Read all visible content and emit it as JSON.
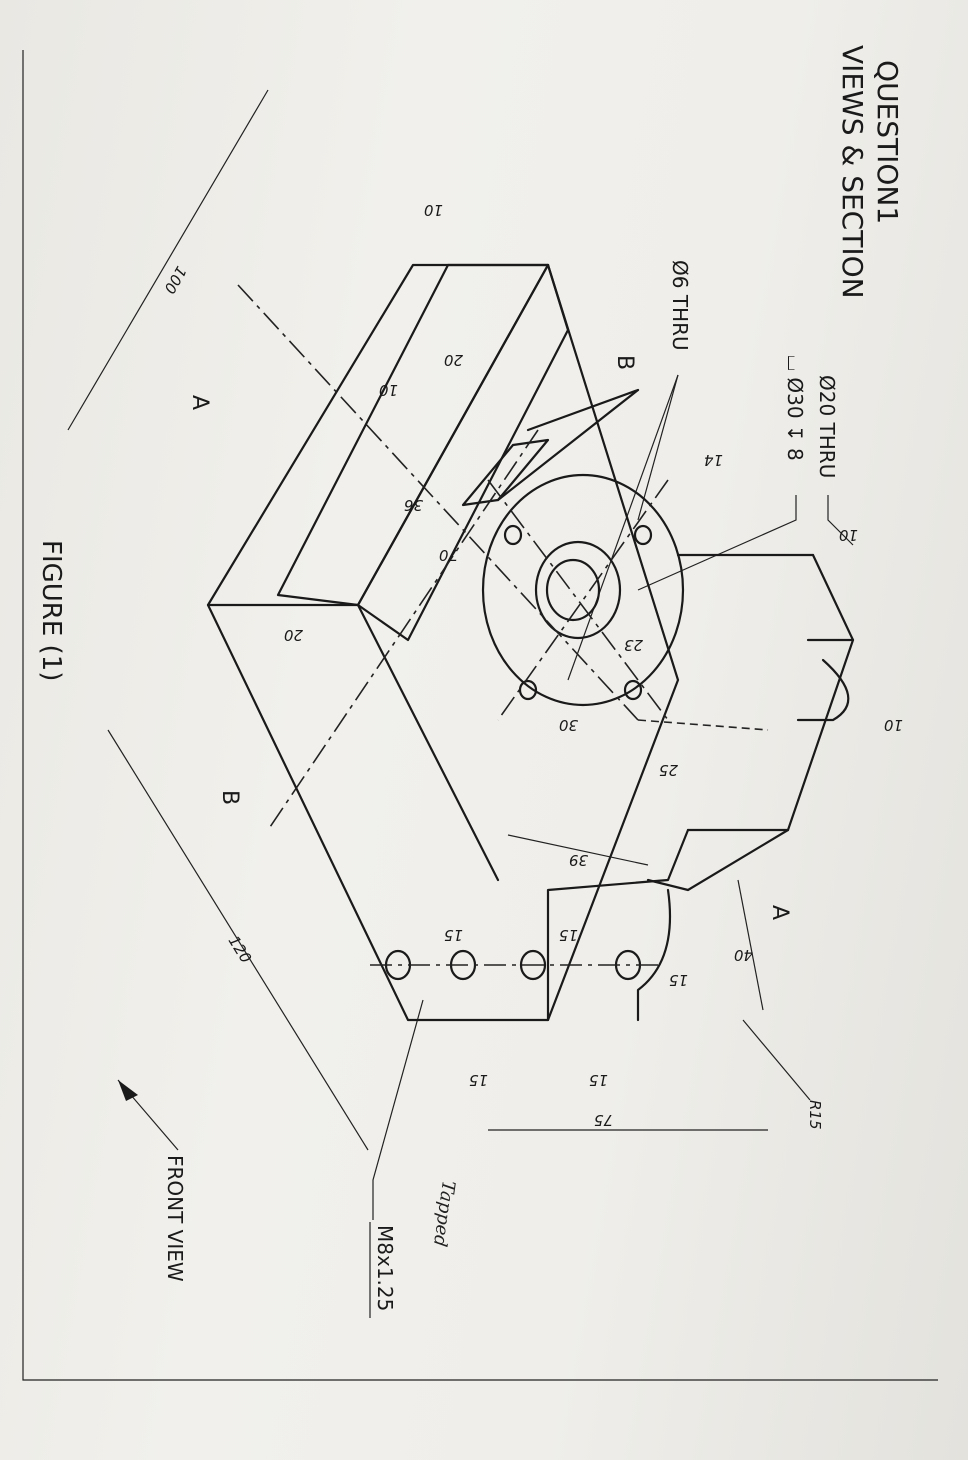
{
  "header": {
    "question": "QUESTION1",
    "subtitle": "VIEWS & SECTION"
  },
  "figure_caption": "FIGURE (1)",
  "notes": {
    "bore_thru": "Ø20 THRU",
    "counterbore": "⌴ Ø30 ↧ 8",
    "small_hole": "Ø6 THRU",
    "thread": "M8x1.25",
    "tapped": "Tapped",
    "front_view": "FRONT VIEW",
    "radius": "R15"
  },
  "section_labels": {
    "a1": "A",
    "a2": "A",
    "b1": "B",
    "b2": "B"
  },
  "dimensions": {
    "d100": "100",
    "d120": "120",
    "d10_top": "10",
    "d10_rib": "10",
    "d20_rib": "20",
    "d36": "36",
    "d70": "70",
    "d20_base": "20",
    "d14": "14",
    "d10_lug": "10",
    "d10_lug2": "10",
    "d23": "23",
    "d30": "30",
    "d25": "25",
    "d39": "39",
    "d40": "40",
    "d15_a": "15",
    "d15_b": "15",
    "d15_c": "15",
    "d15_d": "15",
    "d15_e": "15",
    "d75": "75"
  }
}
